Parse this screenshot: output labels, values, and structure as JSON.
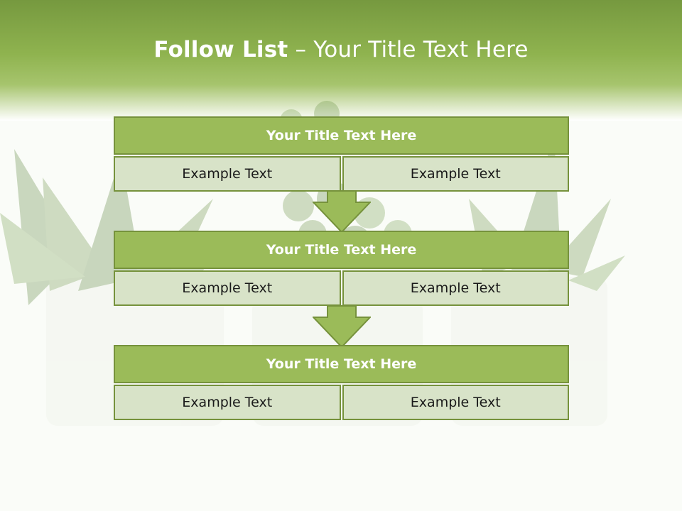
{
  "slide": {
    "title_bold": "Follow List",
    "title_rest": "– Your Title Text Here"
  },
  "flow": [
    {
      "title": "Your Title Text Here",
      "left": "Example Text",
      "right": "Example Text"
    },
    {
      "title": "Your Title Text Here",
      "left": "Example Text",
      "right": "Example Text"
    },
    {
      "title": "Your Title Text Here",
      "left": "Example Text",
      "right": "Example Text"
    }
  ],
  "colors": {
    "accent": "#9bbb59",
    "accent_dark": "#76923c",
    "cell_fill": "#d8e3c8"
  }
}
